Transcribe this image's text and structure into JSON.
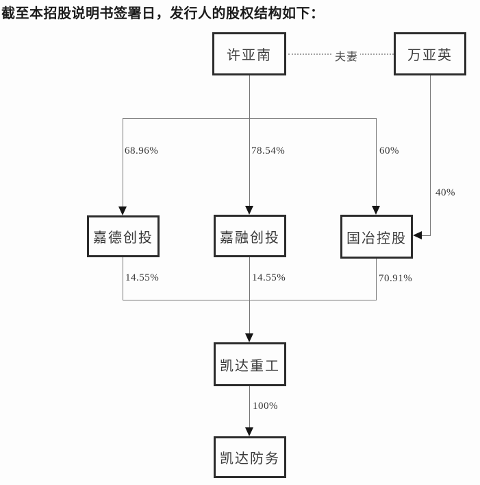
{
  "title": "截至本招股说明书签署日，发行人的股权结构如下：",
  "diagram": {
    "relation": "夫妻",
    "nodes": {
      "xu_yanan": "许亚南",
      "wan_yaying": "万亚英",
      "jiade_venture": "嘉德创投",
      "jiarong_venture": "嘉融创投",
      "guoye_holding": "国冶控股",
      "kaida_heavy": "凯达重工",
      "kaida_defense": "凯达防务"
    },
    "ownership": {
      "xu_to_jiade": "68.96%",
      "xu_to_jiarong": "78.54%",
      "xu_to_guoye": "60%",
      "wan_to_guoye": "40%",
      "jiade_to_heavy": "14.55%",
      "jiarong_to_heavy": "14.55%",
      "guoye_to_heavy": "70.91%",
      "heavy_to_defense": "100%"
    }
  }
}
